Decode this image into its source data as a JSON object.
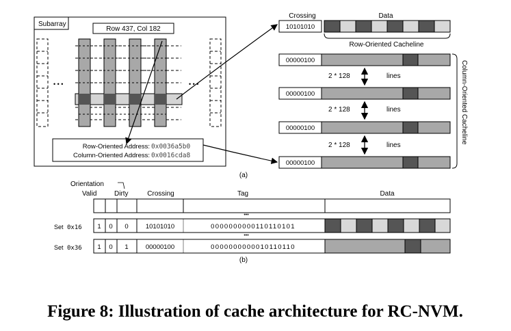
{
  "caption": "Figure 8: Illustration of cache architecture for RC-NVM.",
  "part_a": {
    "label": "(a)",
    "subarray": {
      "title": "Subarray",
      "position_label": "Row 437, Col 182",
      "ellipsis_left": "• • •",
      "ellipsis_right": "• • •",
      "row_address_label": "Row-Oriented Address:",
      "row_address_value": "0x0036a5b0",
      "col_address_label": "Column-Oriented Address:",
      "col_address_value": "0x0016cda8"
    },
    "row_cacheline": {
      "crossing_header": "Crossing",
      "data_header": "Data",
      "crossing_value": "10101010",
      "caption": "Row-Oriented Cacheline"
    },
    "column_cacheline": {
      "crossing_values": [
        "00000100",
        "00000100",
        "00000100",
        "00000100"
      ],
      "gap_label": "2 * 128",
      "gap_unit": "lines",
      "caption": "Column-Oriented Cacheline"
    }
  },
  "part_b": {
    "label": "(b)",
    "headers": {
      "orientation": "Orientation",
      "valid": "Valid",
      "dirty": "Dirty",
      "crossing": "Crossing",
      "tag": "Tag",
      "data": "Data"
    },
    "dots": "•••",
    "rows": [
      {
        "set_label": "Set",
        "set_value": "0x16",
        "valid": "1",
        "orientation": "0",
        "dirty": "0",
        "crossing": "10101010",
        "tag": "0000000000110110101"
      },
      {
        "set_label": "Set",
        "set_value": "0x36",
        "valid": "1",
        "orientation": "0",
        "dirty": "1",
        "crossing": "00000100",
        "tag": "0000000000010110110"
      }
    ]
  }
}
